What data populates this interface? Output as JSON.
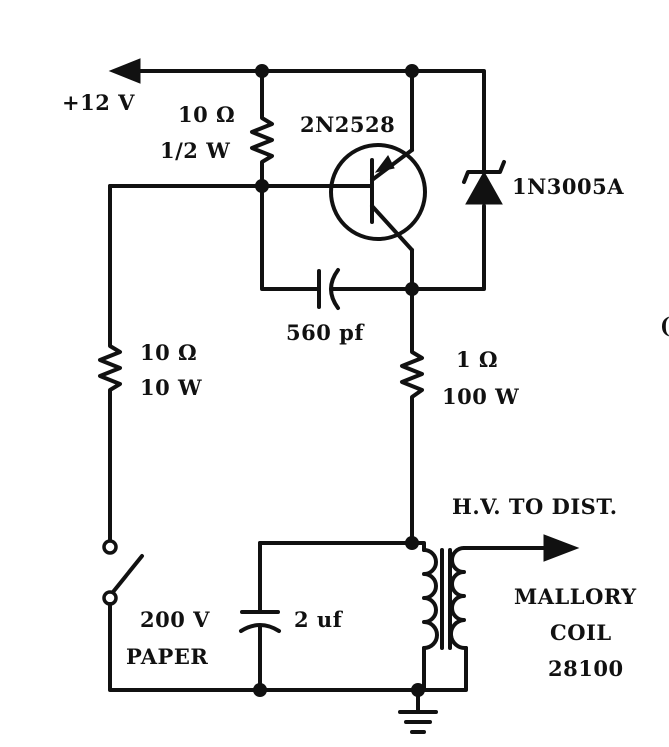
{
  "labels": {
    "supply": "+12 V",
    "r1_value": "10 Ω",
    "r1_power": "1/2 W",
    "transistor": "2N2528",
    "zener": "1N3005A",
    "capacitor_560": "560 pf",
    "r2_value": "10 Ω",
    "r2_power": "10 W",
    "r3_value": "1 Ω",
    "r3_power": "100 W",
    "hv_output": "H.V. TO DIST.",
    "coil_line1": "MALLORY",
    "coil_line2": "COIL",
    "coil_line3": "28100",
    "cap_voltage": "200 V",
    "cap_type": "PAPER",
    "cap_value": "2 uf",
    "edge_fragment": "("
  },
  "colors": {
    "ink": "#111111",
    "paper": "#ffffff"
  }
}
